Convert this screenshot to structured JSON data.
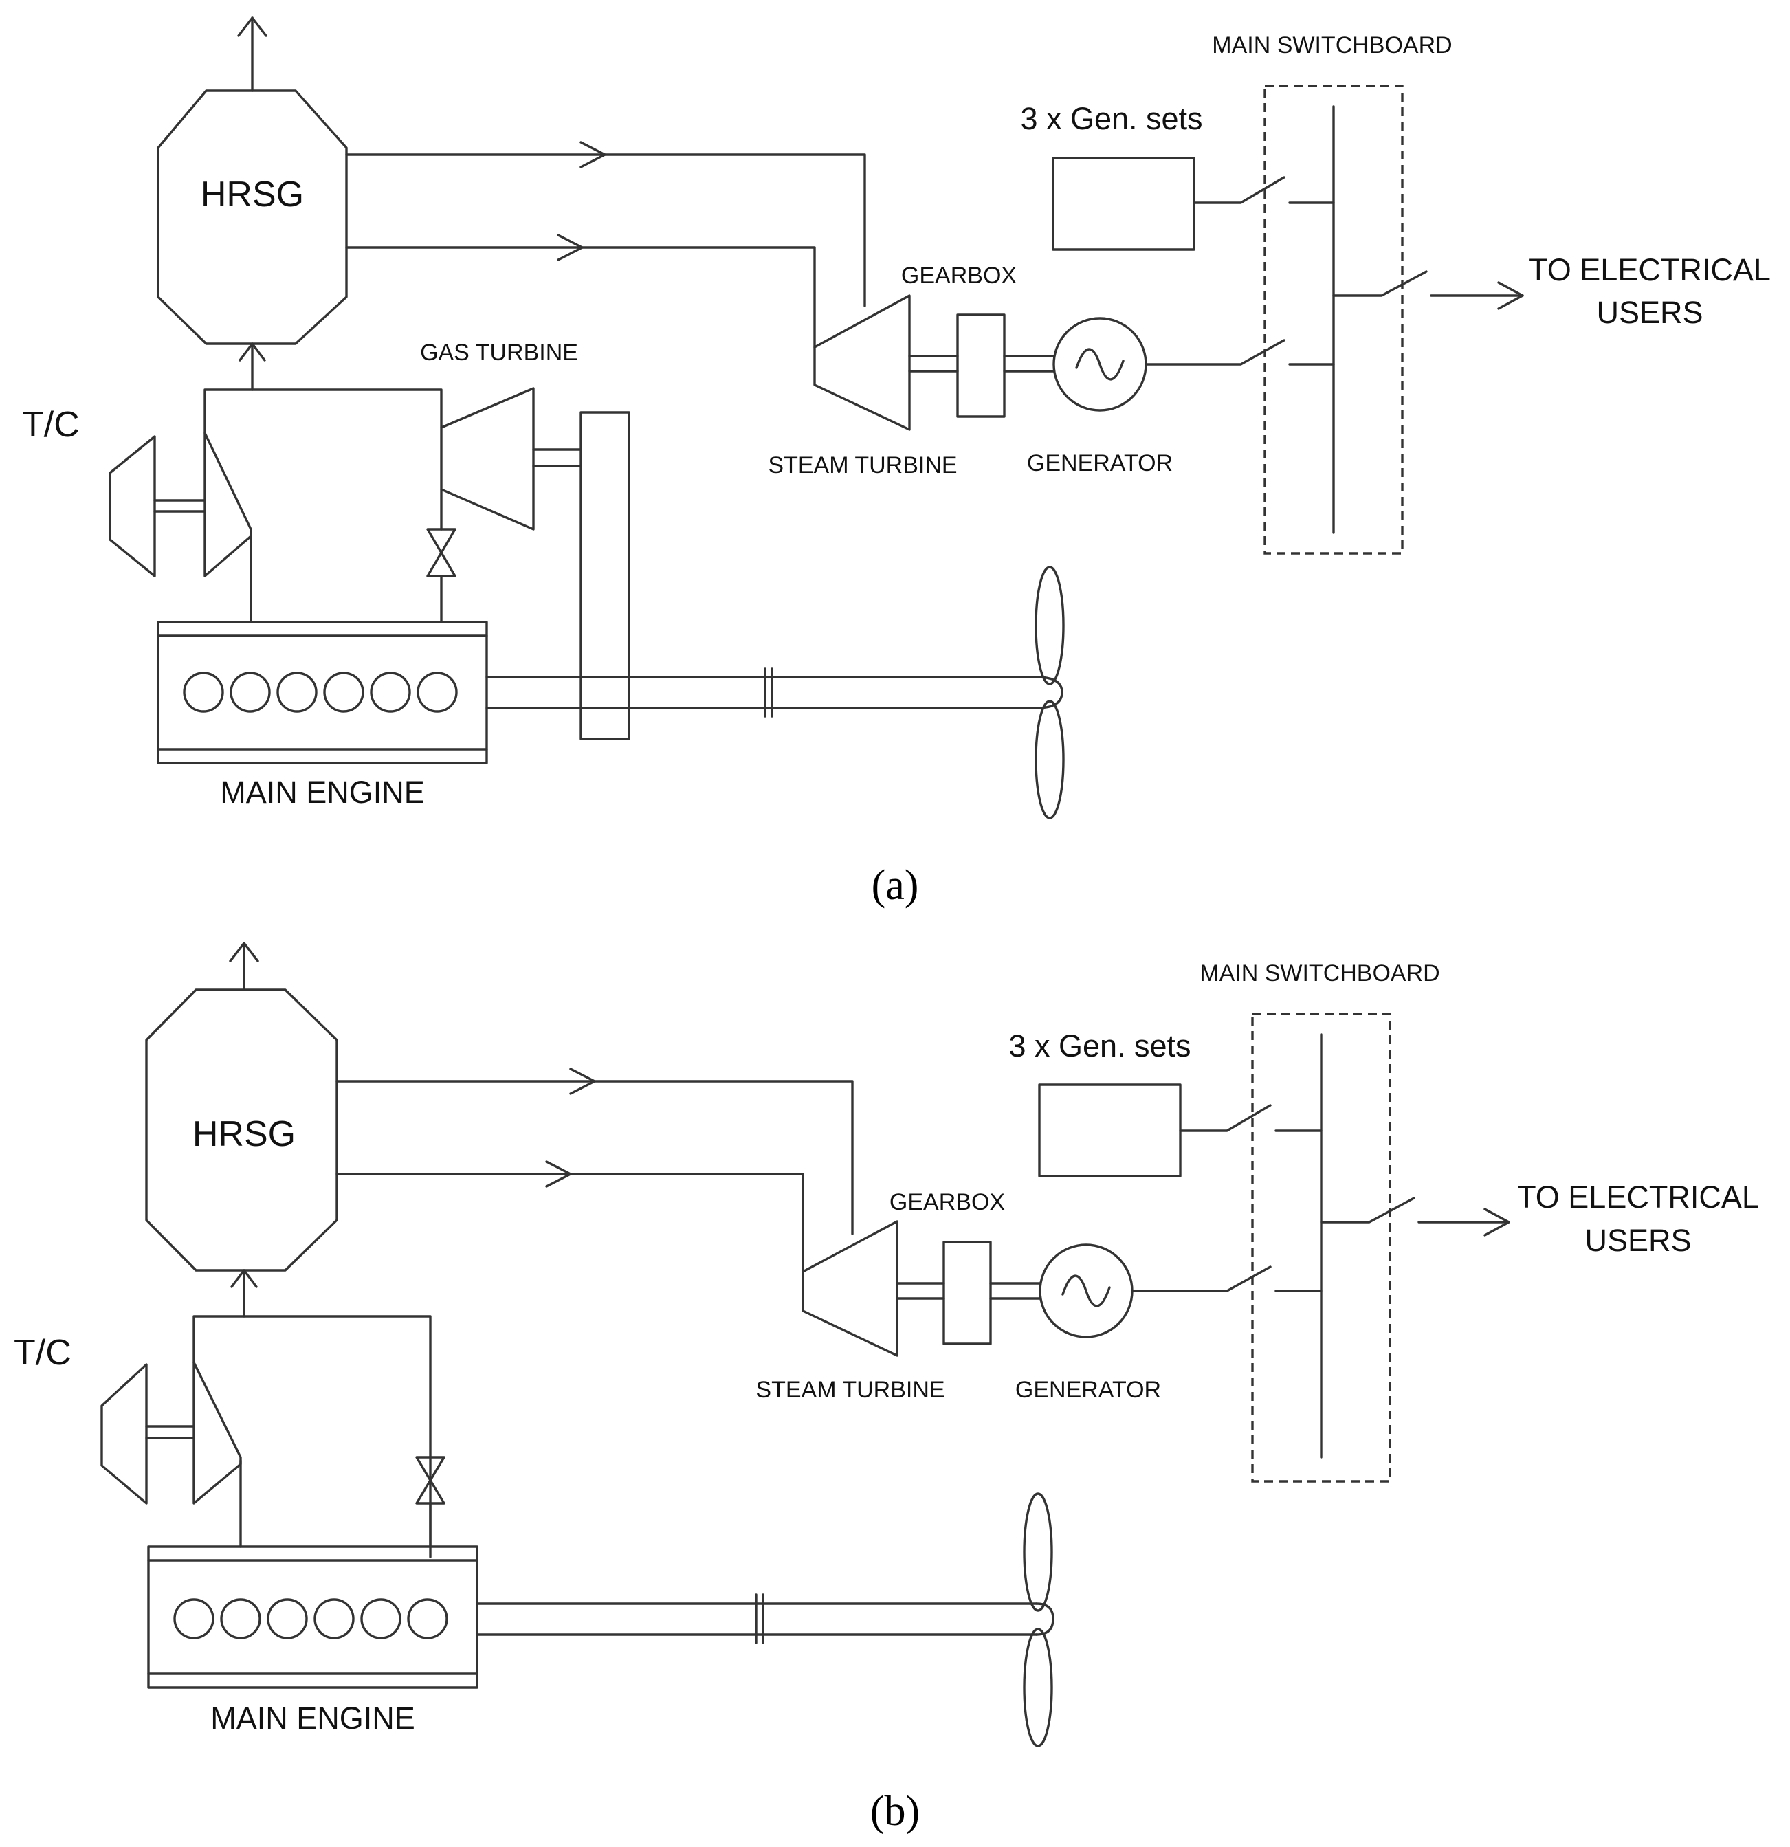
{
  "panels": [
    {
      "id": "a",
      "caption": "(a)",
      "labels": {
        "hrsg": "HRSG",
        "tc": "T/C",
        "gas_turbine": "GAS TURBINE",
        "steam_turbine": "STEAM TURBINE",
        "gearbox": "GEARBOX",
        "generator": "GENERATOR",
        "gen_sets": "3 x Gen. sets",
        "main_switchboard": "MAIN SWITCHBOARD",
        "to_users_line1": "TO ELECTRICAL",
        "to_users_line2": "USERS",
        "main_engine": "MAIN ENGINE"
      },
      "components": [
        "hrsg",
        "turbocharger",
        "gas-turbine",
        "valve",
        "main-engine",
        "power-take-in-gear",
        "shaft",
        "propeller",
        "steam-turbine",
        "gearbox",
        "generator",
        "gen-sets",
        "main-switchboard",
        "breakers"
      ]
    },
    {
      "id": "b",
      "caption": "(b)",
      "labels": {
        "hrsg": "HRSG",
        "tc": "T/C",
        "steam_turbine": "STEAM TURBINE",
        "gearbox": "GEARBOX",
        "generator": "GENERATOR",
        "gen_sets": "3 x Gen. sets",
        "main_switchboard": "MAIN SWITCHBOARD",
        "to_users_line1": "TO ELECTRICAL",
        "to_users_line2": "USERS",
        "main_engine": "MAIN ENGINE"
      },
      "components": [
        "hrsg",
        "turbocharger",
        "valve",
        "main-engine",
        "shaft",
        "propeller",
        "steam-turbine",
        "gearbox",
        "generator",
        "gen-sets",
        "main-switchboard",
        "breakers"
      ]
    }
  ]
}
